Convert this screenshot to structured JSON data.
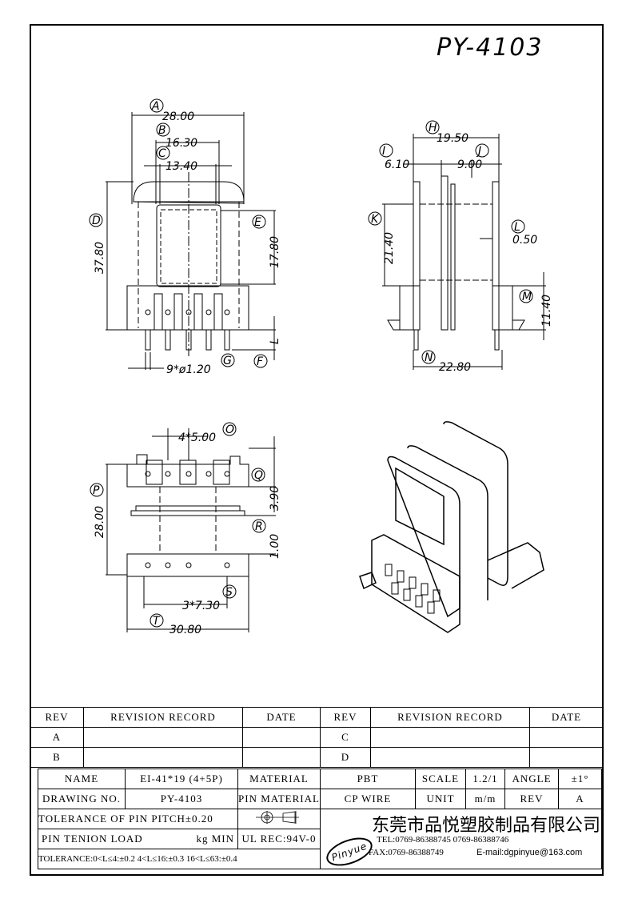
{
  "drawing_no_title": "PY-4103",
  "views": {
    "front": {
      "A": "A",
      "a_val": "28.00",
      "B": "B",
      "b_val": "16.30",
      "C": "C",
      "c_val": "13.40",
      "D": "D",
      "d_val": "37.80",
      "E": "E",
      "e_val": "17.80",
      "F": "F",
      "G": "G",
      "g_val": "9*ø1.20",
      "L": "L"
    },
    "side": {
      "H": "H",
      "h_val": "19.50",
      "I": "I",
      "i_val": "6.10",
      "J": "J",
      "j_val": "9.00",
      "K": "K",
      "k_val": "21.40",
      "L2": "L",
      "l_val": "0.50",
      "M": "M",
      "m_val": "11.40",
      "N": "N",
      "n_val": "22.80"
    },
    "bottom": {
      "O": "O",
      "o_val": "4*5.00",
      "P": "P",
      "p_val": "28.00",
      "Q": "Q",
      "q_val": "3.90",
      "R": "R",
      "r_val": "1.00",
      "S": "S",
      "s_val": "3*7.30",
      "T": "T",
      "t_val": "30.80"
    }
  },
  "revision_table": {
    "headers": [
      "REV",
      "REVISION RECORD",
      "DATE",
      "REV",
      "REVISION RECORD",
      "DATE"
    ],
    "rows": [
      [
        "A",
        "",
        "",
        "C",
        "",
        ""
      ],
      [
        "B",
        "",
        "",
        "D",
        "",
        ""
      ]
    ]
  },
  "title_block": {
    "name_label": "NAME",
    "name": "EI-41*19 (4+5P)",
    "material_label": "MATERIAL",
    "material": "PBT",
    "scale_label": "SCALE",
    "scale": "1.2/1",
    "angle_label": "ANGLE",
    "angle": "±1°",
    "drawing_no_label": "DRAWING NO.",
    "drawing_no": "PY-4103",
    "pin_material_label": "PIN MATERIAL",
    "pin_material": "CP WIRE",
    "unit_label": "UNIT",
    "unit": "m/m",
    "rev_label": "REV",
    "rev": "A",
    "pitch_tol": "TOLERANCE OF PIN PITCH±0.20",
    "pin_load": "PIN TENION LOAD",
    "pin_load_unit": "kg MIN",
    "ul": "UL REC:94V-0",
    "tolerance": "TOLERANCE:0<L≤4:±0.2  4<L≤16:±0.3  16<L≤63:±0.4",
    "logo": "Pinyue",
    "company": "东莞市品悦塑胶制品有限公司",
    "tel": "TEL:0769-86388745    0769-86388746",
    "fax": "FAX:0769-86388749",
    "email": "E-mail:dgpinyue@163.com"
  }
}
